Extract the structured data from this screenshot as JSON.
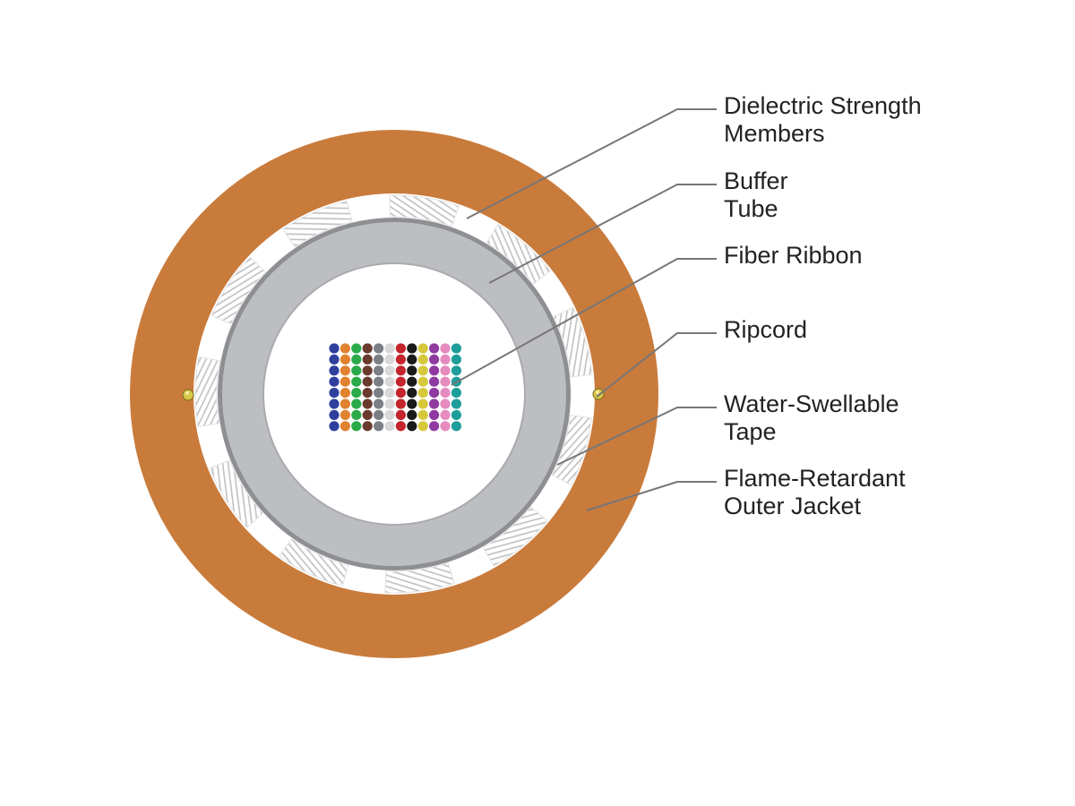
{
  "colors": {
    "jacket": "#C97B3C",
    "jacket_shadow": "#B26A2F",
    "tape": "#FFFFFF",
    "strength_member_hatch": "#BFBFBF",
    "buffer_tube": "#BDBEC2",
    "buffer_tube_rim": "#8E8F93",
    "ripcord": "#D7C64A",
    "leader_line": "#777777",
    "label_text": "#222222"
  },
  "fiber_colors": [
    "#2F3F9E",
    "#E0822F",
    "#2BAA4A",
    "#6B3A2E",
    "#7A7E85",
    "#D8D8D8",
    "#C4242B",
    "#1A1A1A",
    "#D6C83A",
    "#8E3AA0",
    "#E58BBE",
    "#1E9E9A"
  ],
  "fiber_ribbon": {
    "ribbons": 8,
    "fibers_per_ribbon": 12
  },
  "labels": {
    "strength_members": [
      "Dielectric Strength",
      "Members"
    ],
    "buffer_tube": [
      "Buffer",
      "Tube"
    ],
    "fiber_ribbon": [
      "Fiber Ribbon"
    ],
    "ripcord": [
      "Ripcord"
    ],
    "water_tape": [
      "Water-Swellable",
      "Tape"
    ],
    "outer_jacket": [
      "Flame-Retardant",
      "Outer Jacket"
    ]
  }
}
